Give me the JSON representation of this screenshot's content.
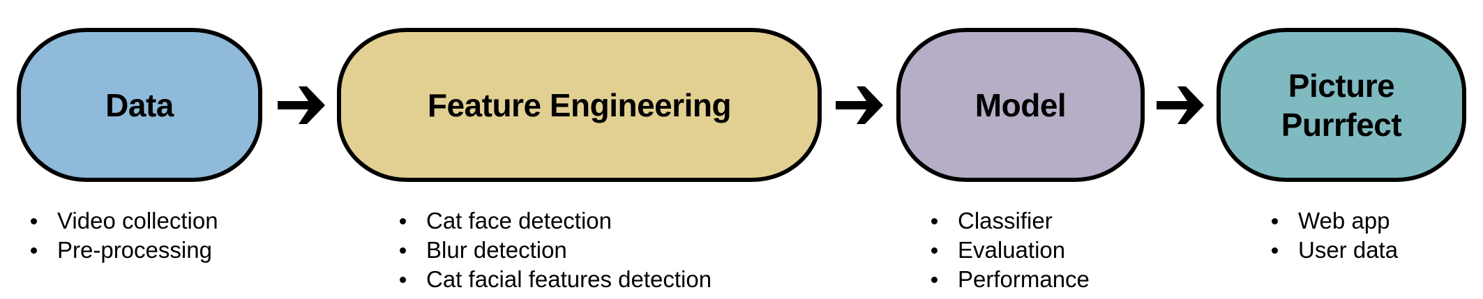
{
  "colors": {
    "data": "#8fbad9",
    "feature_engineering": "#e2d092",
    "model": "#b5aec6",
    "picture_purrfect": "#7fbac0",
    "border": "#000000"
  },
  "stages": [
    {
      "title": "Data",
      "items": [
        "Video collection",
        "Pre-processing"
      ]
    },
    {
      "title": "Feature Engineering",
      "items": [
        "Cat face detection",
        "Blur detection",
        "Cat facial features detection"
      ]
    },
    {
      "title": "Model",
      "items": [
        "Classifier",
        "Evaluation",
        "Performance"
      ]
    },
    {
      "title_lines": [
        "Picture",
        "Purrfect"
      ],
      "items": [
        "Web app",
        "User data"
      ]
    }
  ],
  "icons": {
    "connector": "arrow-right-icon"
  }
}
